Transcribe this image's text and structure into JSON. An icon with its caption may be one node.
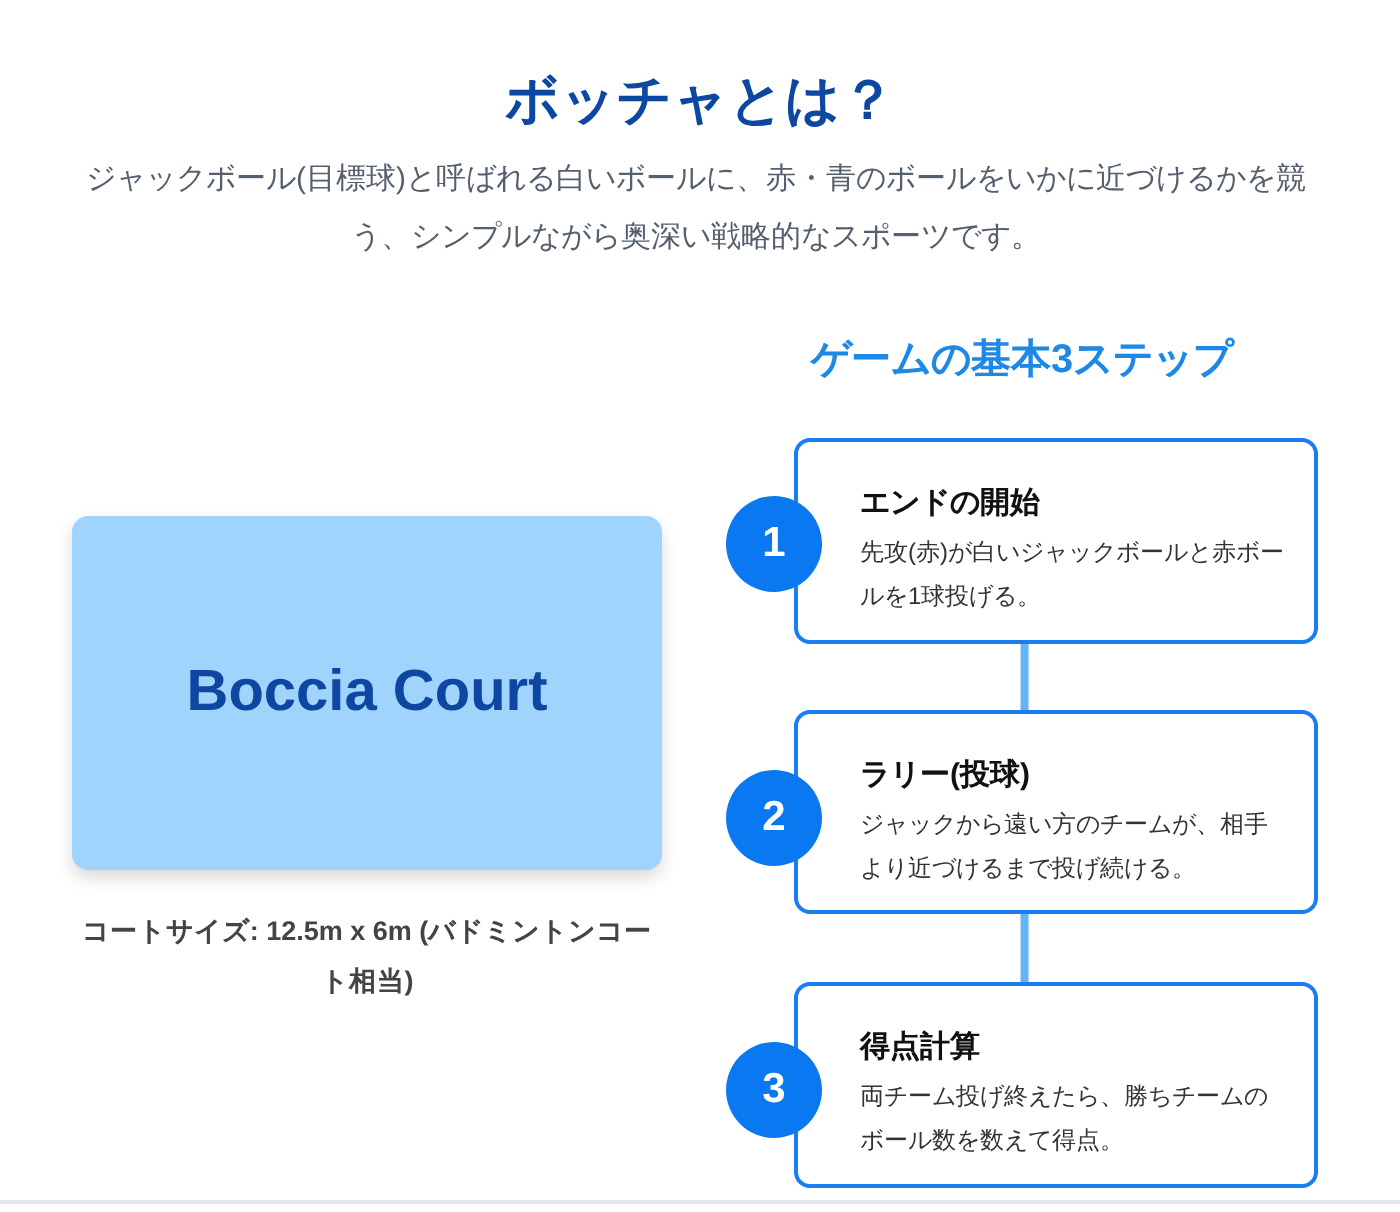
{
  "diagram": {
    "title": "ボッチャとは？",
    "nodes": [
      {
        "text": [
          "Boccia Court"
        ],
        "beside": [
          "コートサイズ: 12.5m x 6m (バドミントンコート相当)"
        ]
      },
      {
        "text": [
          "1"
        ]
      },
      {
        "text": [
          "エンドの開始",
          "先攻(赤)が白いジャックボールと赤ボールを1球投げる。"
        ]
      },
      {
        "text": [
          "2"
        ]
      },
      {
        "text": [
          "ラリー(投球)",
          "ジャックから遠い方のチームが、相手より近づけるまで投げ続ける。"
        ]
      },
      {
        "text": [
          "3"
        ]
      },
      {
        "text": [
          "得点計算",
          "両チーム投げ終えたら、勝ちチームのボール数を数えて得点。"
        ]
      }
    ],
    "edges": [
      {
        "from": 2,
        "to": 4,
        "arrow": "none"
      },
      {
        "from": 4,
        "to": 6,
        "arrow": "none"
      }
    ],
    "labels": [
      "ジャックボール(目標球)と呼ばれる白いボールに、赤・青のボールをいかに近づけるかを競う、シンプルながら奥深い戦略的なスポーツです。",
      "ゲームの基本3ステップ"
    ]
  }
}
